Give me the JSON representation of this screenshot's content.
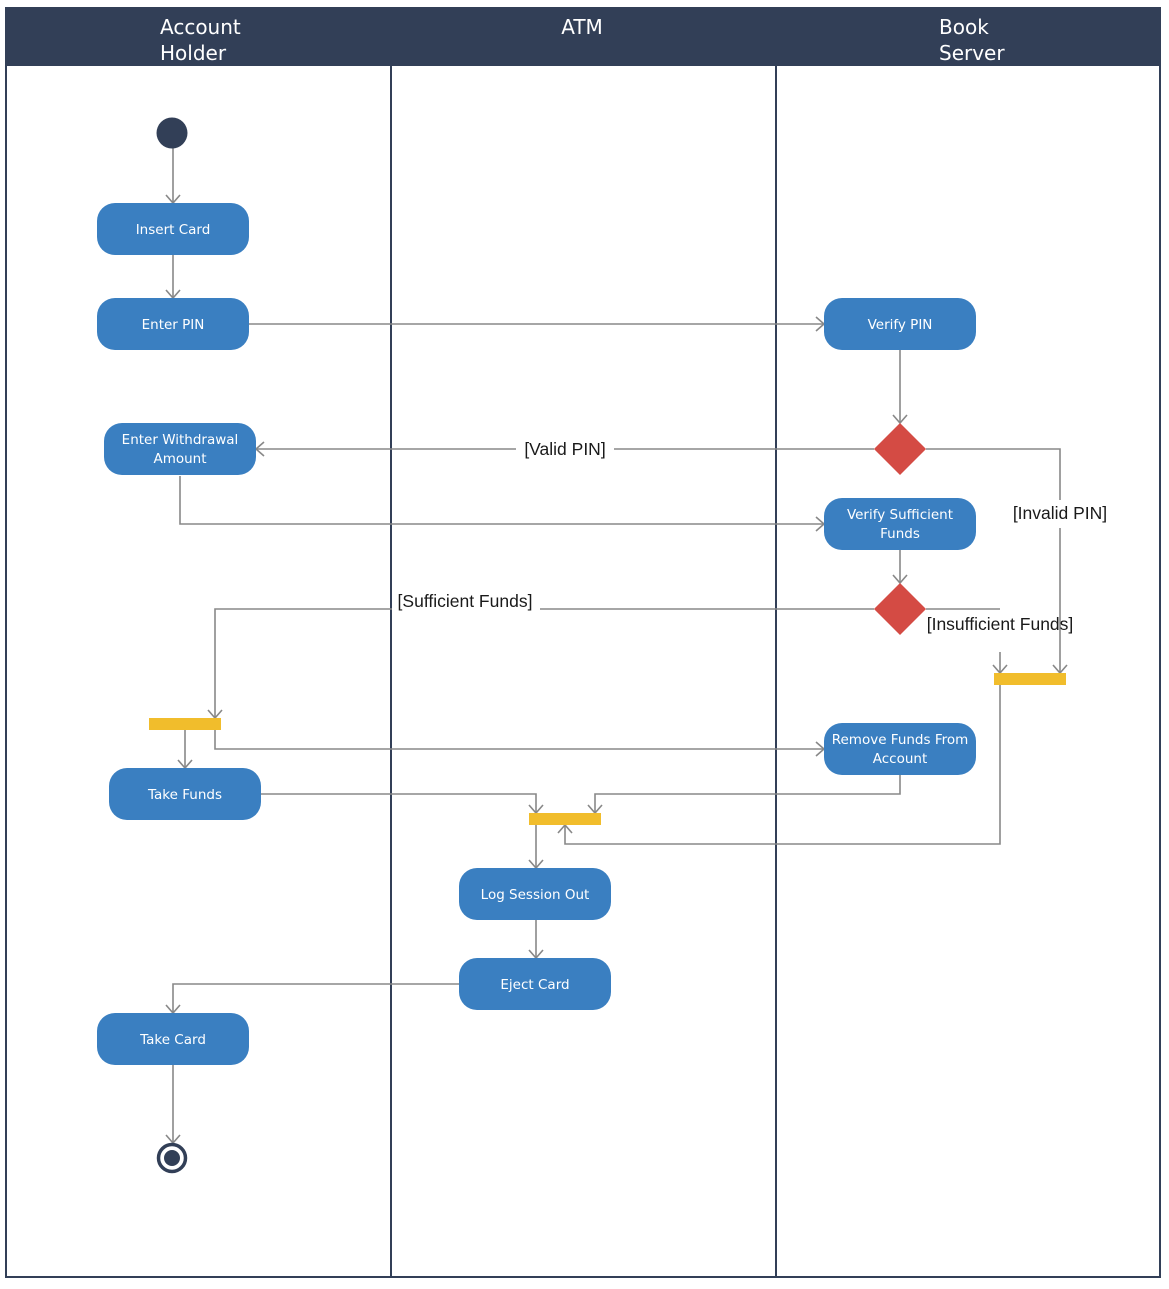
{
  "colors": {
    "header": "#323f57",
    "border": "#323f57",
    "action": "#3a7fc1",
    "decision": "#d44b44",
    "fork_bar": "#f1bd2c",
    "connector": "#888888",
    "start_node": "#323f57"
  },
  "lanes": [
    {
      "id": "account-holder",
      "title_lines": [
        "Account",
        "Holder"
      ]
    },
    {
      "id": "atm",
      "title_lines": [
        "ATM"
      ]
    },
    {
      "id": "book-server",
      "title_lines": [
        "Book",
        "Server"
      ]
    }
  ],
  "actions": [
    {
      "id": "insert-card",
      "lane": "account-holder",
      "lines": [
        "Insert Card"
      ]
    },
    {
      "id": "enter-pin",
      "lane": "account-holder",
      "lines": [
        "Enter PIN"
      ]
    },
    {
      "id": "verify-pin",
      "lane": "book-server",
      "lines": [
        "Verify PIN"
      ]
    },
    {
      "id": "enter-withdrawal-amount",
      "lane": "account-holder",
      "lines": [
        "Enter Withdrawal",
        "Amount"
      ]
    },
    {
      "id": "verify-sufficient-funds",
      "lane": "book-server",
      "lines": [
        "Verify Sufficient",
        "Funds"
      ]
    },
    {
      "id": "remove-funds",
      "lane": "book-server",
      "lines": [
        "Remove Funds From",
        "Account"
      ]
    },
    {
      "id": "take-funds",
      "lane": "account-holder",
      "lines": [
        "Take Funds"
      ]
    },
    {
      "id": "log-session-out",
      "lane": "atm",
      "lines": [
        "Log Session Out"
      ]
    },
    {
      "id": "eject-card",
      "lane": "atm",
      "lines": [
        "Eject Card"
      ]
    },
    {
      "id": "take-card",
      "lane": "account-holder",
      "lines": [
        "Take Card"
      ]
    }
  ],
  "decisions": [
    {
      "id": "pin-decision"
    },
    {
      "id": "funds-decision"
    }
  ],
  "bars": [
    {
      "id": "invalid-join-bar"
    },
    {
      "id": "sufficient-fork-bar"
    },
    {
      "id": "end-join-bar"
    }
  ],
  "guards": [
    {
      "id": "valid-pin",
      "text": "[Valid PIN]"
    },
    {
      "id": "invalid-pin",
      "text": "[Invalid PIN]"
    },
    {
      "id": "sufficient-funds",
      "text": "[Sufficient Funds]"
    },
    {
      "id": "insufficient-funds",
      "text": "[Insufficient Funds]"
    }
  ],
  "flows": [
    {
      "from": "start-node",
      "to": "insert-card"
    },
    {
      "from": "insert-card",
      "to": "enter-pin"
    },
    {
      "from": "enter-pin",
      "to": "verify-pin"
    },
    {
      "from": "verify-pin",
      "to": "pin-decision"
    },
    {
      "from": "pin-decision",
      "to": "enter-withdrawal-amount",
      "guard": "valid-pin"
    },
    {
      "from": "pin-decision",
      "to": "invalid-join-bar",
      "guard": "invalid-pin"
    },
    {
      "from": "enter-withdrawal-amount",
      "to": "verify-sufficient-funds"
    },
    {
      "from": "verify-sufficient-funds",
      "to": "funds-decision"
    },
    {
      "from": "funds-decision",
      "to": "sufficient-fork-bar",
      "guard": "sufficient-funds"
    },
    {
      "from": "funds-decision",
      "to": "invalid-join-bar",
      "guard": "insufficient-funds"
    },
    {
      "from": "sufficient-fork-bar",
      "to": "take-funds"
    },
    {
      "from": "sufficient-fork-bar",
      "to": "remove-funds"
    },
    {
      "from": "take-funds",
      "to": "end-join-bar"
    },
    {
      "from": "remove-funds",
      "to": "end-join-bar"
    },
    {
      "from": "invalid-join-bar",
      "to": "end-join-bar"
    },
    {
      "from": "end-join-bar",
      "to": "log-session-out"
    },
    {
      "from": "log-session-out",
      "to": "eject-card"
    },
    {
      "from": "eject-card",
      "to": "take-card"
    },
    {
      "from": "take-card",
      "to": "end-node"
    }
  ]
}
